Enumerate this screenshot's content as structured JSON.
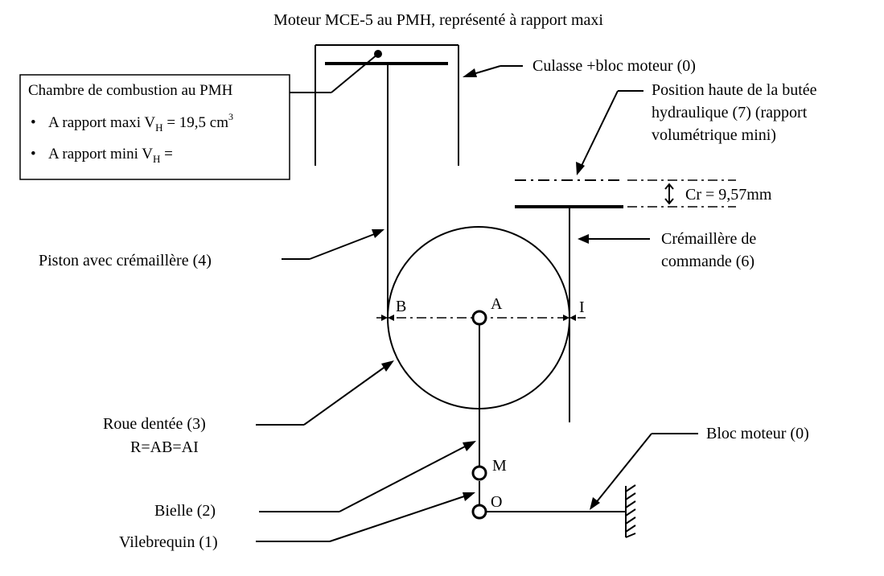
{
  "title": "Moteur MCE-5 au PMH, représenté à rapport maxi",
  "labels": {
    "culasse": "Culasse +bloc moteur (0)",
    "butee_1": "Position haute de la butée",
    "butee_2": "hydraulique (7) (rapport",
    "butee_3": "volumétrique mini)",
    "cr": "Cr = 9,57mm",
    "cremaillere_1": "Crémaillère de",
    "cremaillere_2": "commande (6)",
    "piston": "Piston avec crémaillère (4)",
    "roue_1": "Roue dentée (3)",
    "roue_2": "R=AB=AI",
    "bloc_moteur": "Bloc moteur (0)",
    "bielle": "Bielle (2)",
    "vilebrequin": "Vilebrequin (1)"
  },
  "points": {
    "A": "A",
    "B": "B",
    "I": "I",
    "M": "M",
    "O": "O"
  },
  "chambre": {
    "title": "Chambre de combustion au PMH",
    "maxi_prefix": "A rapport maxi V",
    "maxi_sub": "H",
    "maxi_value": " = 19,5 cm",
    "maxi_sup": "3",
    "mini_prefix": "A rapport mini V",
    "mini_sub": "H",
    "mini_value": " =",
    "bullet": "•"
  }
}
